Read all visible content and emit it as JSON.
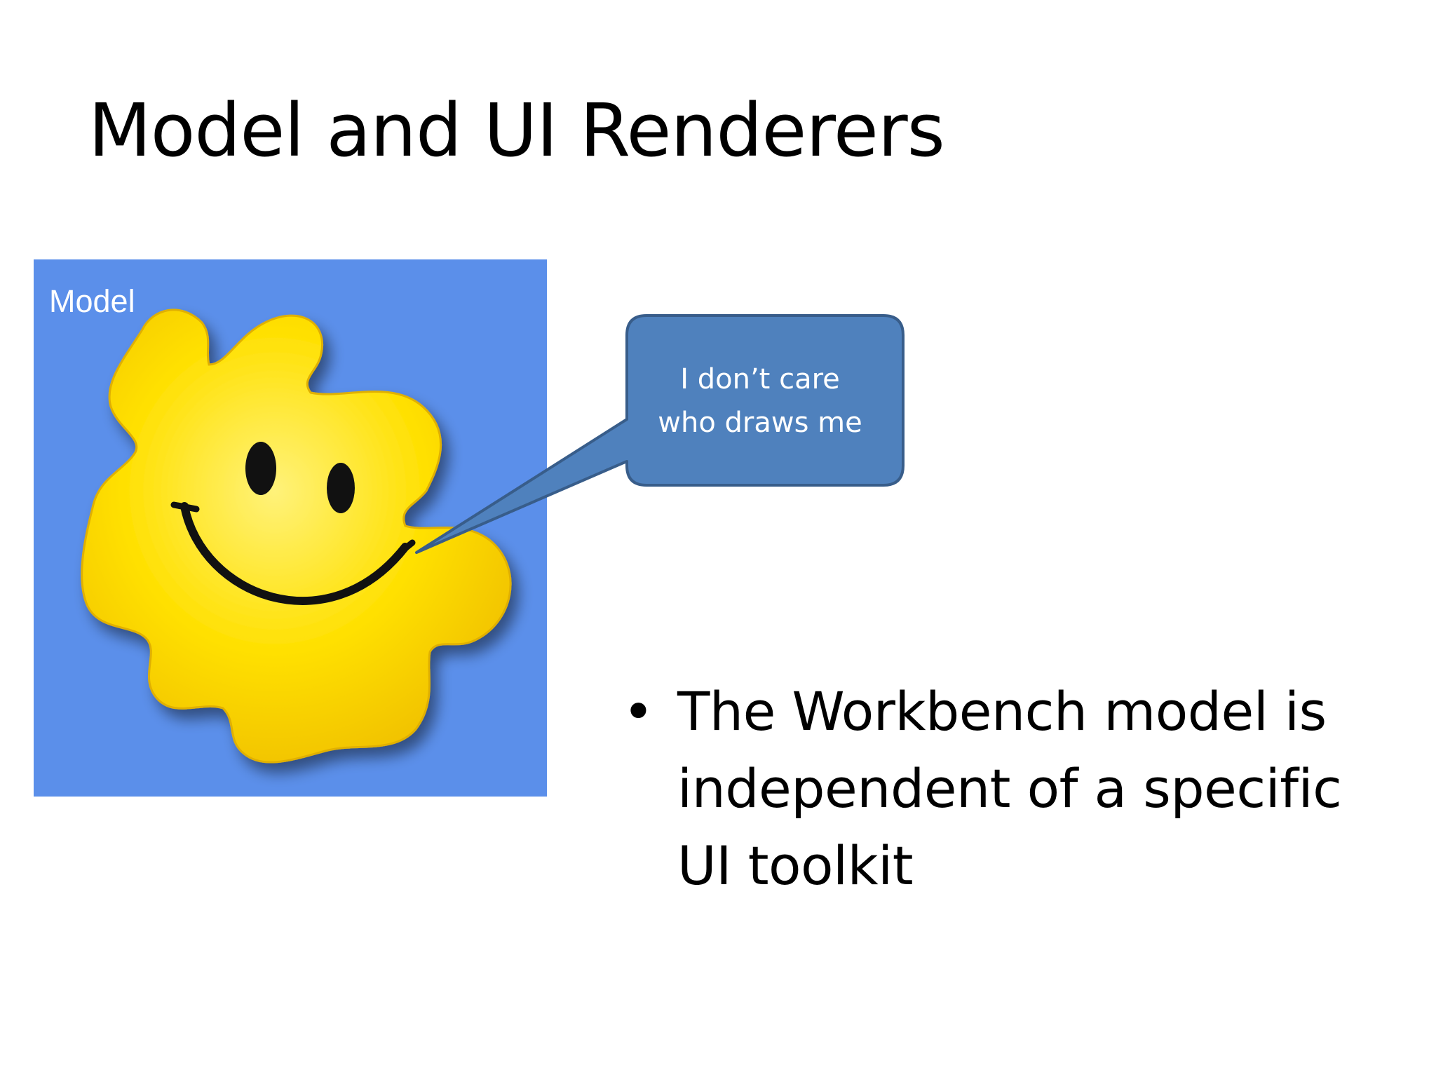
{
  "slide": {
    "title": "Model and UI Renderers",
    "model_panel": {
      "label": "Model",
      "background_color": "#5b8fea",
      "image_icon": "smiley-puzzle-piece-icon",
      "image_colors": {
        "piece": "#ffe000",
        "piece_shadow": "#d9a800",
        "face": "#111111"
      }
    },
    "callout": {
      "line1": "I don’t care",
      "line2": "who draws me",
      "fill_color": "#4f81bd",
      "border_color": "#385d8a"
    },
    "bullets": [
      {
        "lines": [
          "The Workbench model is",
          "independent of a specific",
          "UI toolkit"
        ]
      }
    ],
    "bullet_glyph": "•"
  }
}
